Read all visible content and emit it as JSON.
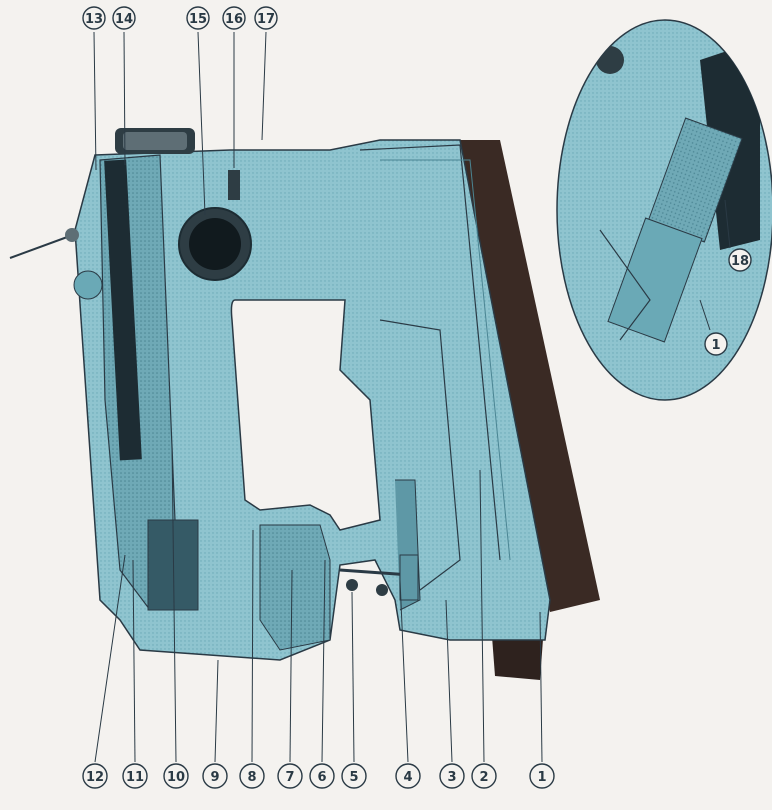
{
  "diagram": {
    "colors": {
      "body": "#8fc4cf",
      "body_dark": "#5e98a6",
      "base": "#3a2a24",
      "outline": "#2a3a45",
      "panel": "#1d2c33",
      "background": "#f4f2ef"
    },
    "callouts_bottom": [
      "12",
      "11",
      "10",
      "9",
      "8",
      "7",
      "6",
      "5",
      "4",
      "3",
      "2",
      "1"
    ],
    "callouts_top": [
      "13",
      "14",
      "15",
      "16",
      "17"
    ],
    "inset_callouts": [
      "18",
      "1"
    ]
  }
}
